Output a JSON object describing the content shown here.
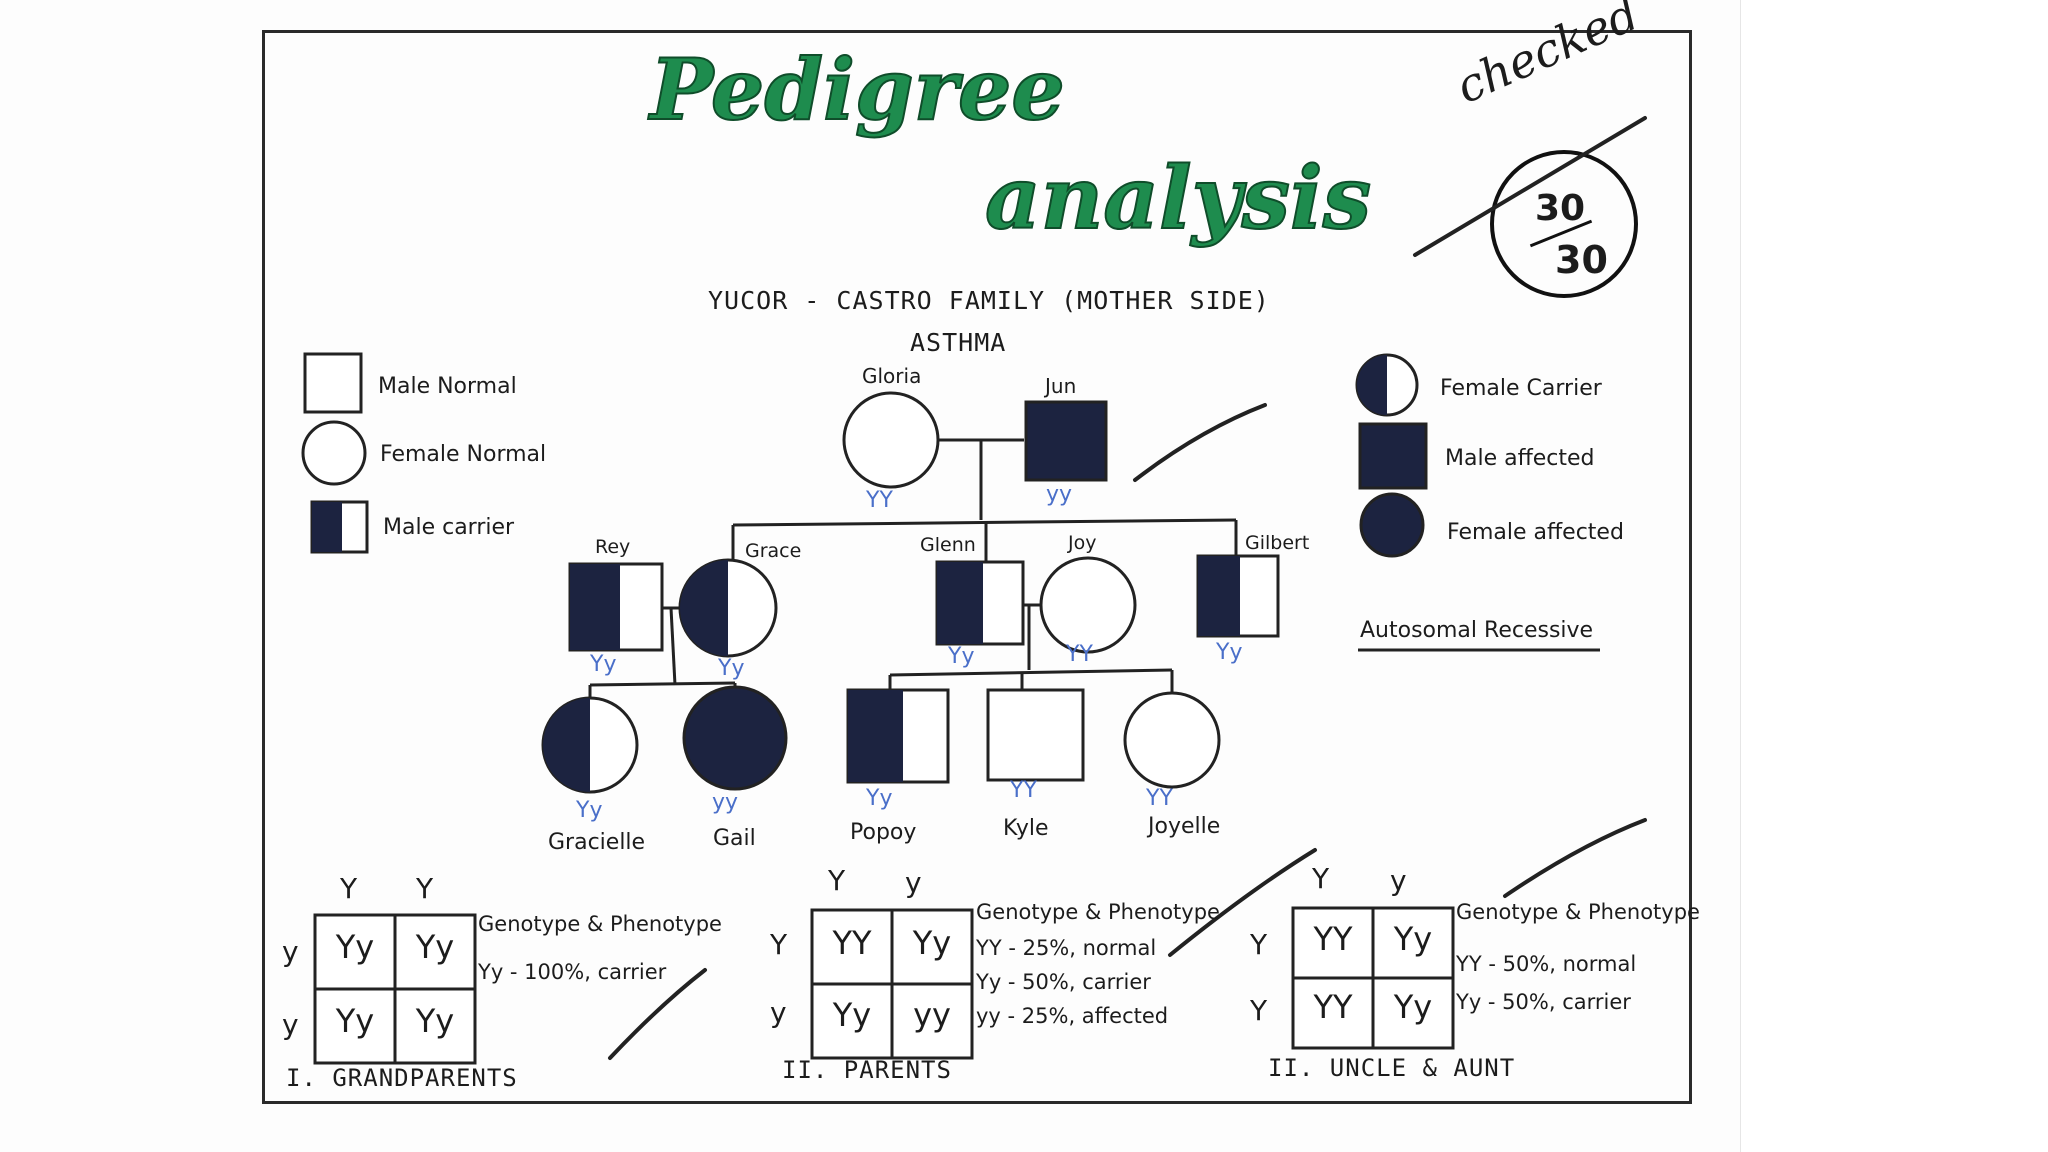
{
  "title": {
    "line1": "Pedigree",
    "line2": "analysis"
  },
  "subtitle": "YUCOR - CASTRO FAMILY (MOTHER SIDE)",
  "trait": "ASTHMA",
  "grade": {
    "checked": "checked",
    "score": "30",
    "total": "30"
  },
  "legend_left": [
    {
      "label": "Male Normal",
      "symbol": "square-empty"
    },
    {
      "label": "Female Normal",
      "symbol": "circle-empty"
    },
    {
      "label": "Male carrier",
      "symbol": "square-half"
    }
  ],
  "legend_right": [
    {
      "label": "Female Carrier",
      "symbol": "circle-half"
    },
    {
      "label": "Male affected",
      "symbol": "square-filled"
    },
    {
      "label": "Female affected",
      "symbol": "circle-filled"
    }
  ],
  "inheritance": "Autosomal Recessive",
  "people": {
    "gloria": {
      "name": "Gloria",
      "genotype": "YY",
      "status": "female-normal"
    },
    "jun": {
      "name": "Jun",
      "genotype": "yy",
      "status": "male-affected"
    },
    "rey": {
      "name": "Rey",
      "genotype": "Yy",
      "status": "male-carrier"
    },
    "grace": {
      "name": "Grace",
      "genotype": "Yy",
      "status": "female-carrier"
    },
    "glenn": {
      "name": "Glenn",
      "genotype": "Yy",
      "status": "male-carrier"
    },
    "joy": {
      "name": "Joy",
      "genotype": "YY",
      "status": "female-normal"
    },
    "gilbert": {
      "name": "Gilbert",
      "genotype": "Yy",
      "status": "male-carrier"
    },
    "gracielle": {
      "name": "Gracielle",
      "genotype": "Yy",
      "status": "female-carrier"
    },
    "gail": {
      "name": "Gail",
      "genotype": "yy",
      "status": "female-affected"
    },
    "popoy": {
      "name": "Popoy",
      "genotype": "Yy",
      "status": "male-carrier"
    },
    "kyle": {
      "name": "Kyle",
      "genotype": "YY",
      "status": "male-normal"
    },
    "joyelle": {
      "name": "Joyelle",
      "genotype": "YY",
      "status": "female-normal"
    }
  },
  "punnett": [
    {
      "label": "I. GRANDPARENTS",
      "top": [
        "Y",
        "Y"
      ],
      "side": [
        "y",
        "y"
      ],
      "cells": [
        "Yy",
        "Yy",
        "Yy",
        "Yy"
      ],
      "heading": "Genotype & Phenotype",
      "results": [
        "Yy - 100%, carrier"
      ]
    },
    {
      "label": "II. PARENTS",
      "top": [
        "Y",
        "y"
      ],
      "side": [
        "Y",
        "y"
      ],
      "cells": [
        "YY",
        "Yy",
        "Yy",
        "yy"
      ],
      "heading": "Genotype & Phenotype",
      "results": [
        "YY - 25%, normal",
        "Yy - 50%, carrier",
        "yy - 25%, affected"
      ]
    },
    {
      "label": "II. UNCLE & AUNT",
      "top": [
        "Y",
        "y"
      ],
      "side": [
        "Y",
        "Y"
      ],
      "cells": [
        "YY",
        "Yy",
        "YY",
        "Yy"
      ],
      "heading": "Genotype & Phenotype",
      "results": [
        "YY - 50%, normal",
        "Yy - 50%, carrier"
      ]
    }
  ],
  "colors": {
    "ink": "#1c2340",
    "title_green": "#1e8c4e",
    "genotype_blue": "#4a6fc9",
    "pen": "#222222"
  }
}
